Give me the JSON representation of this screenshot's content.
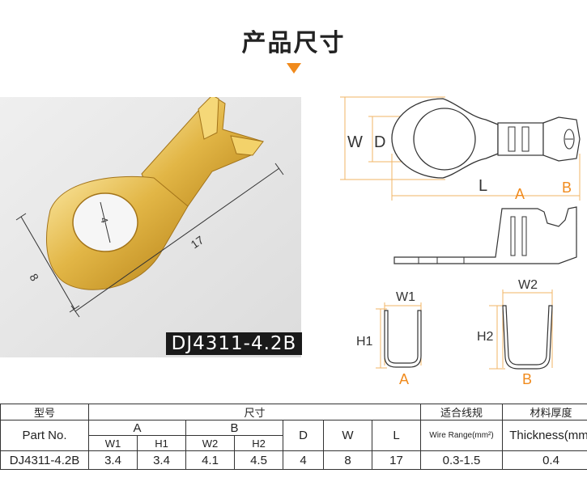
{
  "title": "产品尺寸",
  "photo": {
    "label": "DJ4311-4.2B",
    "dim_length": "17",
    "dim_width": "8",
    "dim_hole": "4"
  },
  "diagram": {
    "top_view": {
      "W": "W",
      "D": "D",
      "L": "L"
    },
    "side_view": {
      "A": "A",
      "B": "B"
    },
    "section_a": {
      "W1": "W1",
      "H1": "H1",
      "A": "A"
    },
    "section_b": {
      "W2": "W2",
      "H2": "H2",
      "B": "B"
    }
  },
  "colors": {
    "accent": "#f08a1c",
    "dim_line": "#f2b466",
    "outline": "#333333"
  },
  "table": {
    "header": {
      "model": "型号",
      "size": "尺寸",
      "wire_fit": "适合线规",
      "thickness_cn": "材料厚度",
      "part_no": "Part No.",
      "A": "A",
      "B": "B",
      "D": "D",
      "W": "W",
      "L": "L",
      "wire_range": "Wire Range(mm²)",
      "thickness_en": "Thickness(mm)",
      "W1": "W1",
      "H1": "H1",
      "W2": "W2",
      "H2": "H2"
    },
    "row": {
      "part_no": "DJ4311-4.2B",
      "W1": "3.4",
      "H1": "3.4",
      "W2": "4.1",
      "H2": "4.5",
      "D": "4",
      "W": "8",
      "L": "17",
      "wire_range": "0.3-1.5",
      "thickness": "0.4"
    }
  }
}
